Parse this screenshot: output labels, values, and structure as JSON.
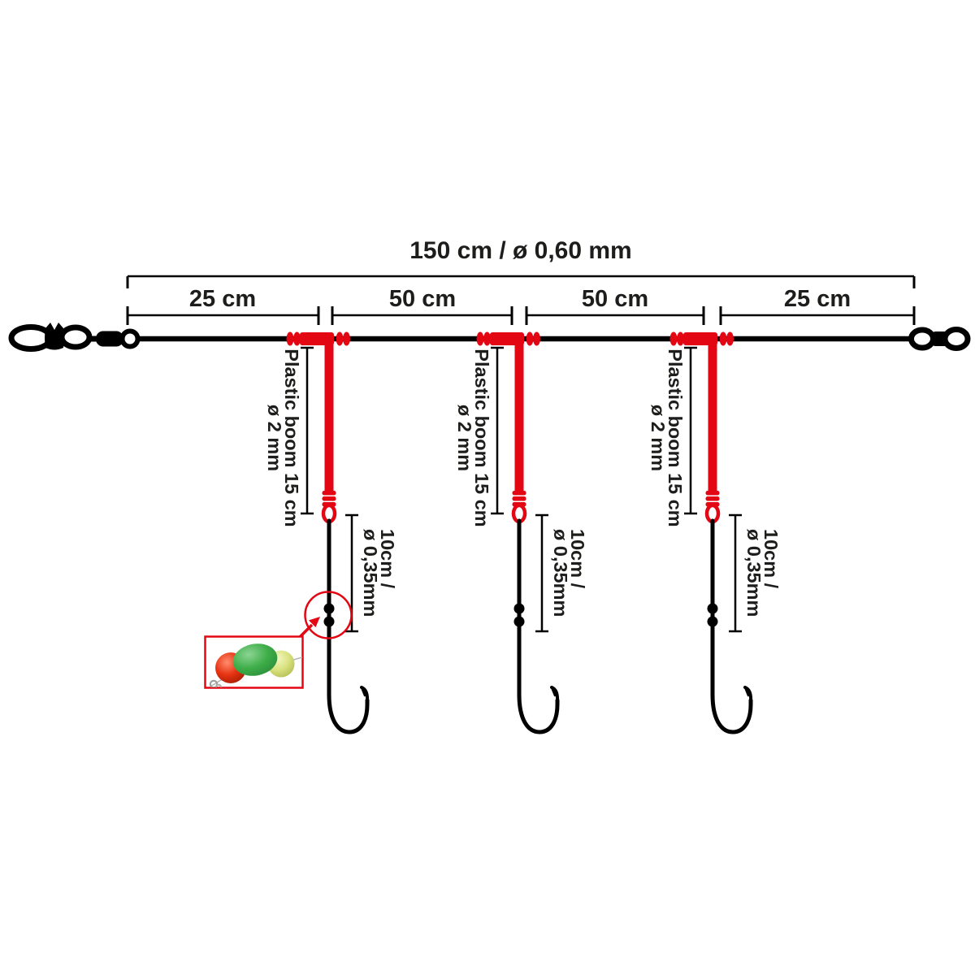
{
  "diagram": {
    "main_dimension_label": "150 cm / ø 0,60 mm",
    "segment_labels": [
      "25 cm",
      "50 cm",
      "50 cm",
      "25 cm"
    ],
    "boom_label_line1": "Plastic boom 15 cm",
    "boom_label_line2": "ø 2 mm",
    "dropper_label_line1": "10cm /",
    "dropper_label_line2": "ø 0,35mm",
    "boom_count": 3,
    "colors": {
      "line_black": "#000000",
      "boom_red": "#e30613",
      "text": "#1d1d1b",
      "inset_border_red": "#e30613",
      "bead_red": "#e63312",
      "bead_green": "#3fae49",
      "bead_yellow": "#d9e17e"
    },
    "icons": {
      "left_end": "snap-swivel-icon",
      "right_end": "barrel-swivel-icon",
      "dropper_end": "fishing-hook-icon",
      "detail_pointer": "arrow-icon",
      "detail_subject": "stop-beads",
      "inset_beads": [
        "red-bead",
        "green-oval-bead",
        "yellow-bead"
      ]
    }
  }
}
